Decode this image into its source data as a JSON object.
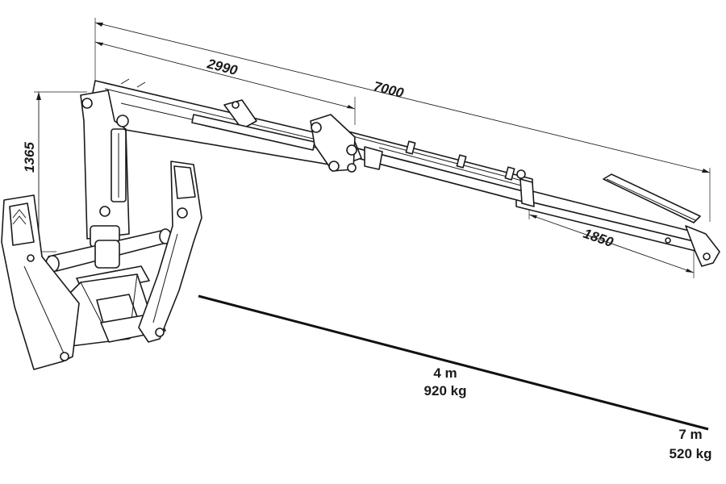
{
  "dimensions": {
    "main_arm": "2990",
    "total_reach": "7000",
    "extension": "1850",
    "column_height": "1365"
  },
  "capacity": {
    "near": {
      "distance": "4 m",
      "load": "920 kg"
    },
    "far": {
      "distance": "7 m",
      "load": "520 kg"
    }
  }
}
